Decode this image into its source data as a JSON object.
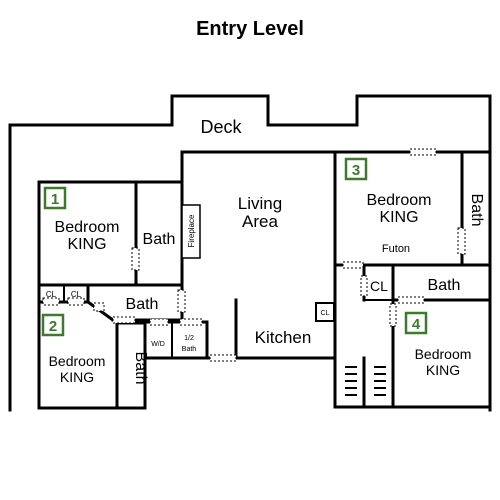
{
  "title": "Entry Level",
  "rooms": {
    "deck": "Deck",
    "living_1": "Living",
    "living_2": "Area",
    "bedroom1_l1": "Bedroom",
    "bedroom1_l2": "KING",
    "bath1": "Bath",
    "fireplace": "Fireplace",
    "cl_a": "CL",
    "cl_b": "CL",
    "bath_mid": "Bath",
    "bedroom2_l1": "Bedroom",
    "bedroom2_l2": "KING",
    "bath2": "Bath",
    "wd": "W/D",
    "half_bath_1": "1/2",
    "half_bath_2": "Bath",
    "kitchen": "Kitchen",
    "cl_kitchen": "CL",
    "bedroom3_l1": "Bedroom",
    "bedroom3_l2": "KING",
    "futon": "Futon",
    "bath3": "Bath",
    "cl_right": "CL",
    "bath4": "Bath",
    "bedroom4_l1": "Bedroom",
    "bedroom4_l2": "KING"
  },
  "badges": {
    "b1": "1",
    "b2": "2",
    "b3": "3",
    "b4": "4"
  },
  "colors": {
    "badge": "#3e7a2e",
    "wall": "#000000"
  }
}
